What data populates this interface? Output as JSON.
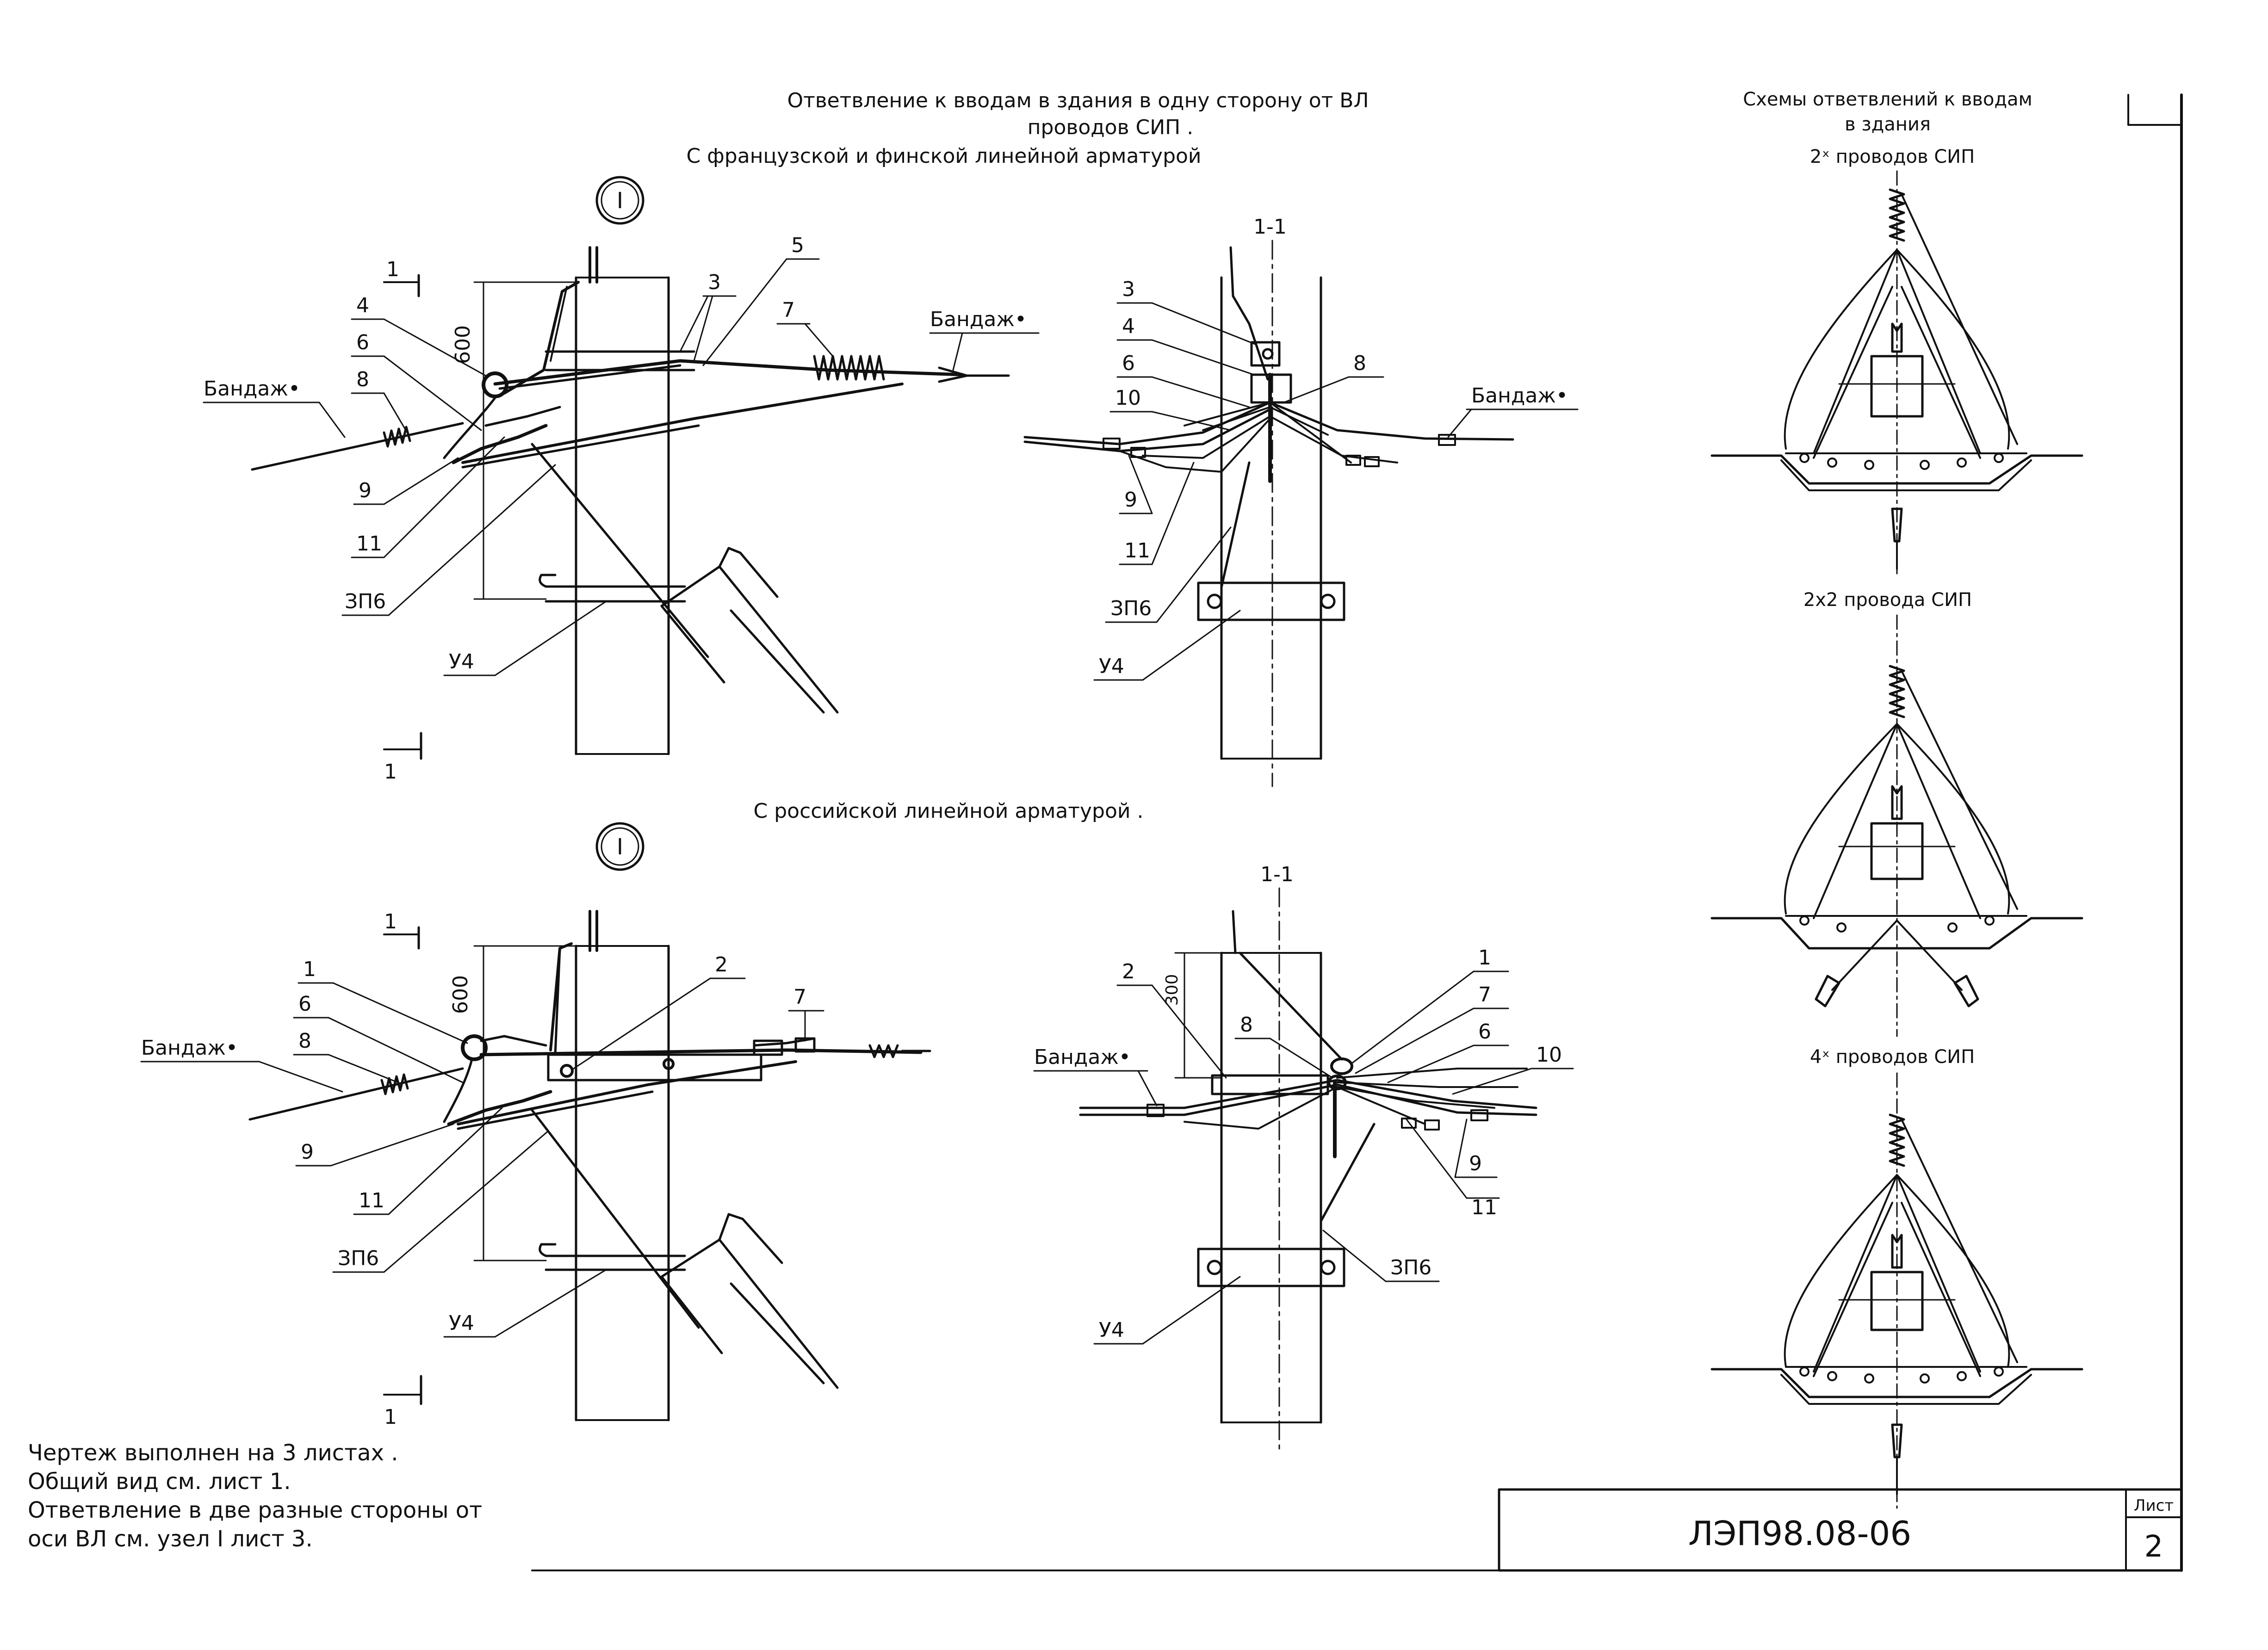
{
  "header": {
    "title_line1": "Ответвление к вводам в здания в одну сторону от ВЛ",
    "title_line2": "проводов СИП .",
    "subtitle_top": "С французской и финской линейной арматурой",
    "subtitle_bottom": "С российской линейной арматурой ."
  },
  "schemes": {
    "title_line1": "Схемы ответвлений к вводам",
    "title_line2": "в здания",
    "label_1": "2ˣ проводов СИП",
    "label_2": "2х2 провода СИП",
    "label_3": "4ˣ проводов СИП"
  },
  "labels": {
    "node": "I",
    "section_mark": "1",
    "section": "1-1",
    "dim_600": "600",
    "dim_300": "300",
    "bandage": "Бандаж•",
    "n1": "1",
    "n2": "2",
    "n3": "3",
    "n4": "4",
    "n5": "5",
    "n6": "6",
    "n7": "7",
    "n8": "8",
    "n9": "9",
    "n10": "10",
    "n11": "11",
    "zp6": "ЗП6",
    "u4": "У4"
  },
  "notes": {
    "line1": "Чертеж выполнен на 3  листах .",
    "line2": "Общий вид см. лист 1.",
    "line3": "Ответвление в две разные стороны от",
    "line4": "оси ВЛ см. узел I лист 3."
  },
  "stamp": {
    "code": "ЛЭП98.08-06",
    "sheet_label": "Лист",
    "sheet_number": "2"
  }
}
